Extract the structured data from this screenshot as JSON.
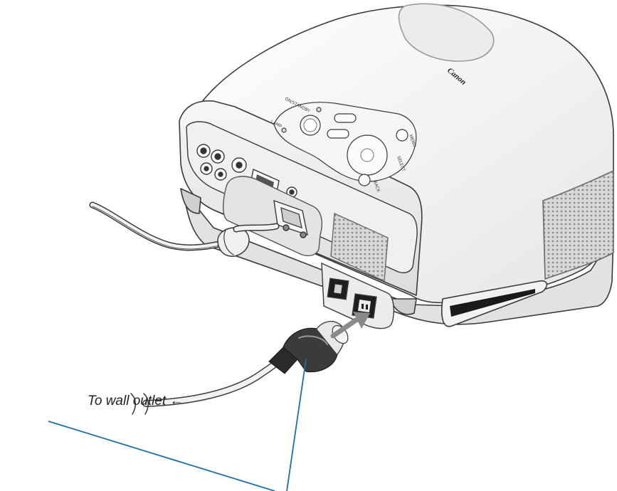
{
  "caption": {
    "text": "To wall outlet",
    "arrow": "←"
  },
  "projector": {
    "brand": "Canon",
    "labels": {
      "on_standby": "ON/STANDBY",
      "lamp": "LAMP",
      "menu": "MENU",
      "select": "SELECT",
      "back": "BACK"
    }
  },
  "colors": {
    "leader_line": "#1d6fa6",
    "body": "#f4f4f4",
    "outline": "#3a3a3a",
    "insert_arrow": "#8a8a8a"
  }
}
